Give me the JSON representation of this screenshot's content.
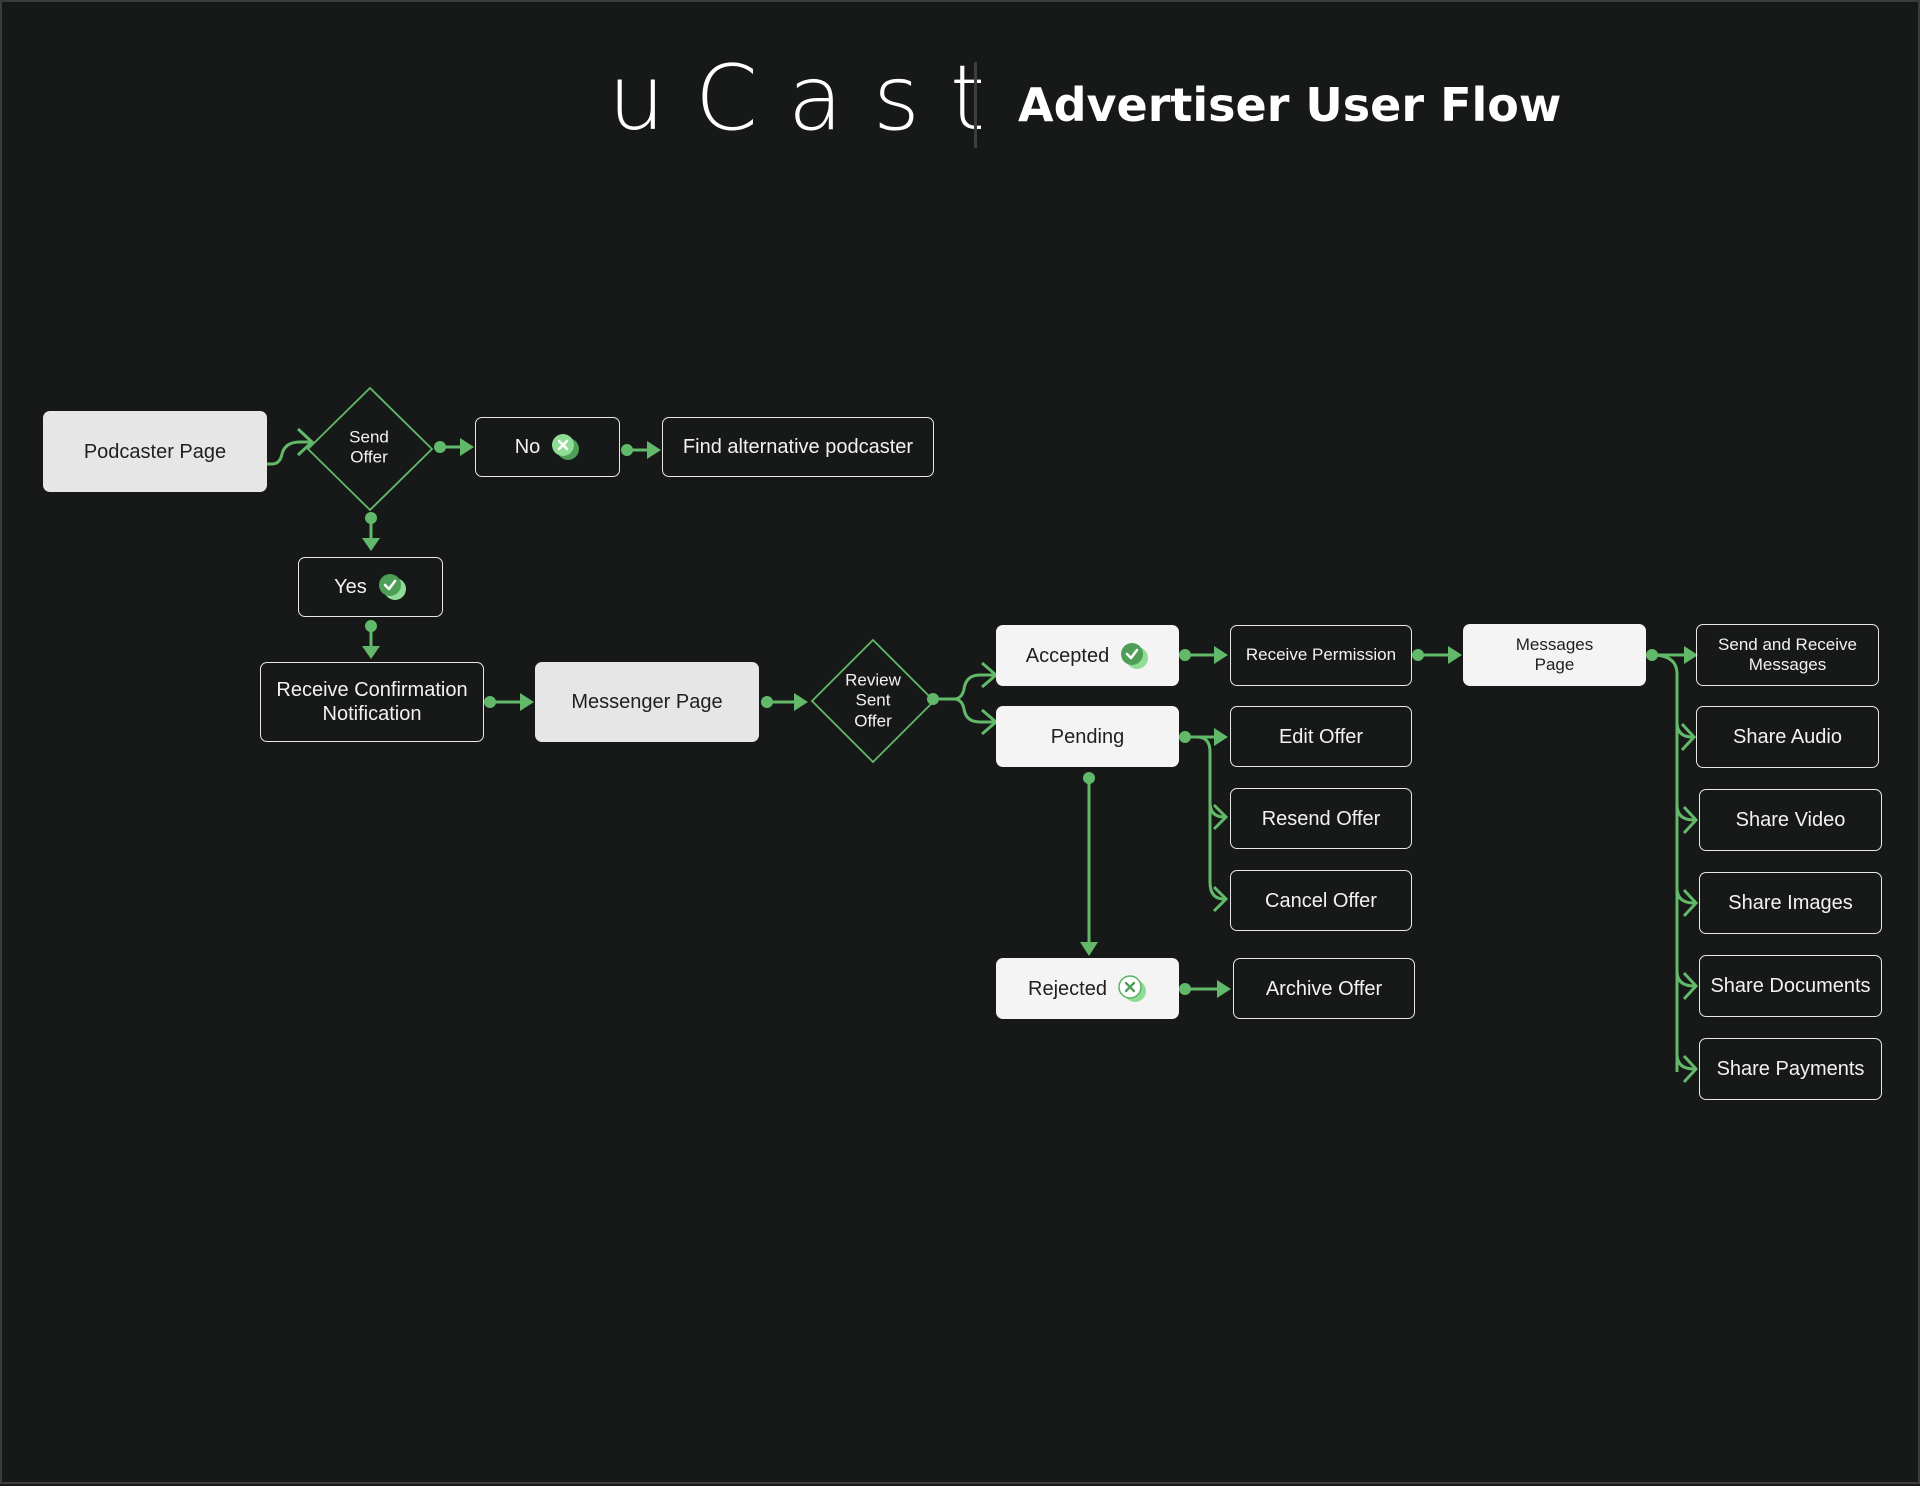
{
  "header": {
    "logo": "uCast",
    "title": "Advertiser User Flow"
  },
  "colors": {
    "background": "#171918",
    "accent": "#63b96a"
  },
  "nodes": {
    "podcaster_page": "Podcaster Page",
    "send_offer": "Send\nOffer",
    "no": "No",
    "find_alternative": "Find alternative podcaster",
    "yes": "Yes",
    "receive_confirmation": "Receive Confirmation\nNotification",
    "messenger_page": "Messenger Page",
    "review_sent_offer": "Review\nSent\nOffer",
    "accepted": "Accepted",
    "pending": "Pending",
    "rejected": "Rejected",
    "receive_permission": "Receive Permission",
    "edit_offer": "Edit Offer",
    "resend_offer": "Resend Offer",
    "cancel_offer": "Cancel Offer",
    "archive_offer": "Archive Offer",
    "messages_page": "Messages\nPage",
    "send_receive": "Send and Receive\nMessages",
    "share_audio": "Share Audio",
    "share_video": "Share Video",
    "share_images": "Share Images",
    "share_documents": "Share Documents",
    "share_payments": "Share Payments"
  },
  "icons": {
    "yes": "check-circle-icon",
    "accepted": "check-circle-icon",
    "no": "x-circle-icon",
    "rejected": "x-circle-icon"
  }
}
